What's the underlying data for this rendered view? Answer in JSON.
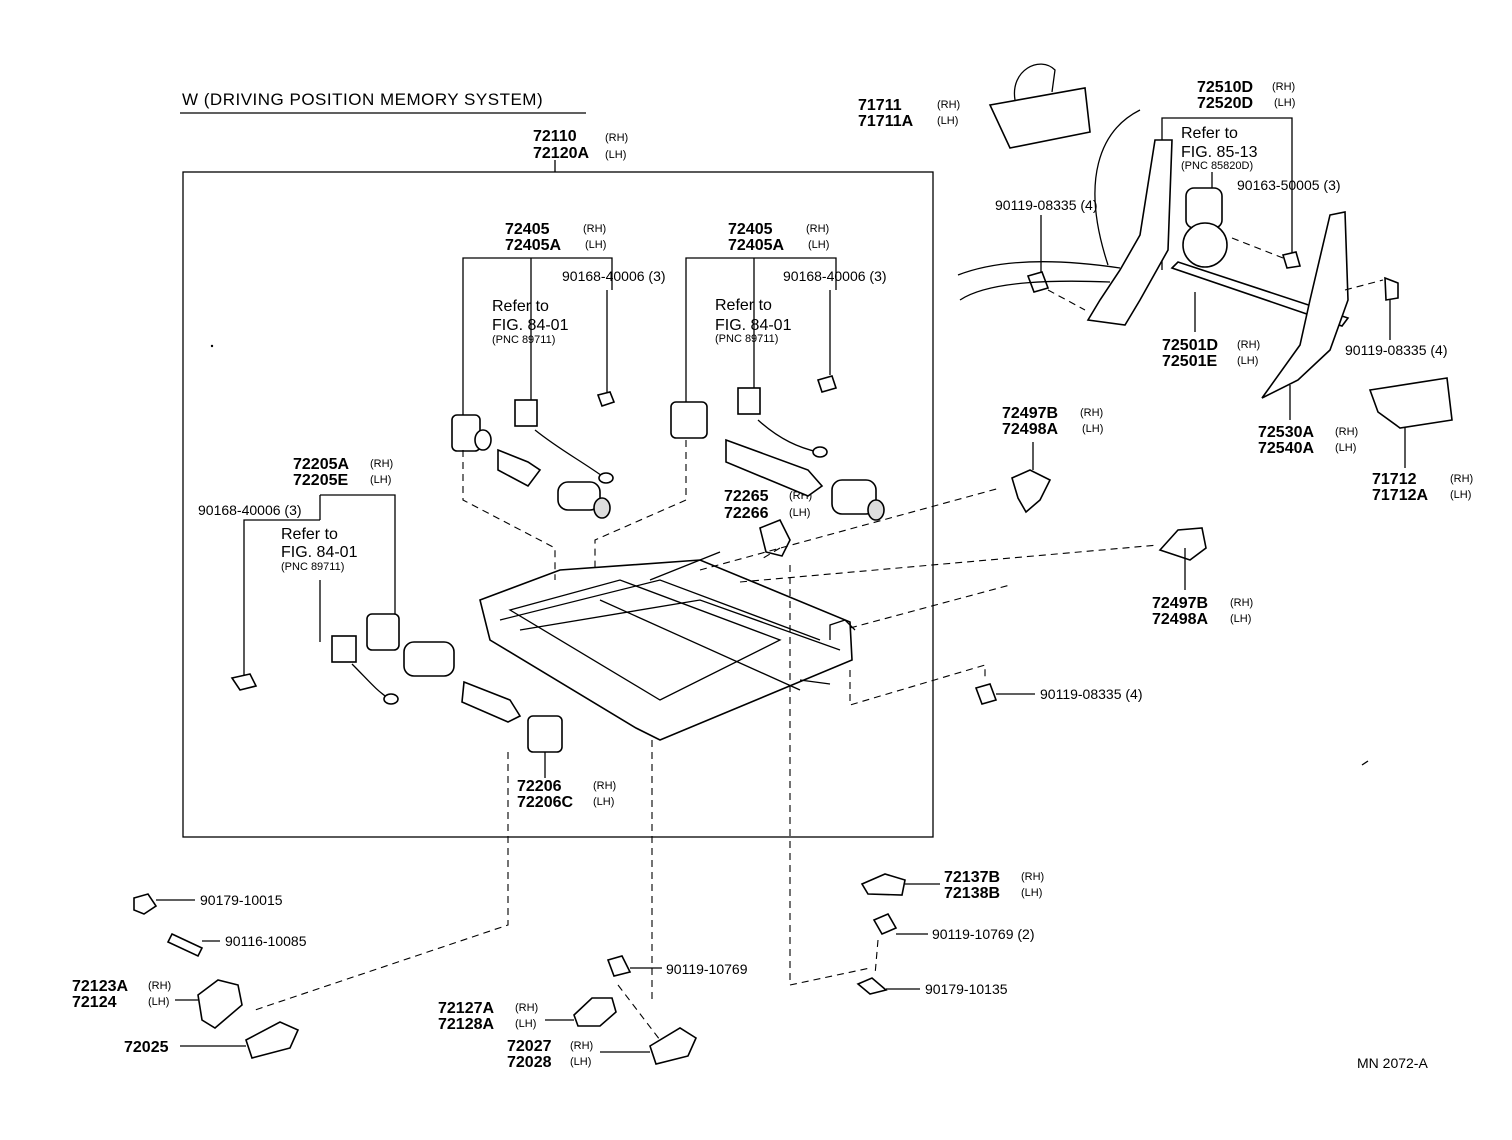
{
  "title": "W (DRIVING POSITION MEMORY SYSTEM)",
  "drawing_code": "MN 2072-A",
  "suffix": {
    "rh": "(RH)",
    "lh": "(LH)"
  },
  "callouts": {
    "adjuster_assy": {
      "rh": "72110",
      "lh": "72120A"
    },
    "motor_left": {
      "rh": "72405",
      "lh": "72405A"
    },
    "motor_right": {
      "rh": "72405",
      "lh": "72405A"
    },
    "motor_lower": {
      "rh": "72205A",
      "lh": "72205E"
    },
    "screw_a": "90168-40006 (3)",
    "screw_b": "90168-40006 (3)",
    "screw_c": "90168-40006 (3)",
    "ref_84_a": {
      "l1": "Refer to",
      "l2": "FIG. 84-01",
      "l3": "(PNC 89711)"
    },
    "ref_84_b": {
      "l1": "Refer to",
      "l2": "FIG. 84-01",
      "l3": "(PNC 89711)"
    },
    "ref_84_c": {
      "l1": "Refer to",
      "l2": "FIG. 84-01",
      "l3": "(PNC 89711)"
    },
    "ref_85": {
      "l1": "Refer to",
      "l2": "FIG. 85-13",
      "l3": "(PNC 85820D)"
    },
    "p72265": {
      "rh": "72265",
      "lh": "72266"
    },
    "p72206": {
      "rh": "72206",
      "lh": "72206C"
    },
    "p71711": {
      "rh": "71711",
      "lh": "71711A"
    },
    "p72510": {
      "rh": "72510D",
      "lh": "72520D"
    },
    "bolt_08335_a": "90119-08335 (4)",
    "bolt_08335_b": "90119-08335 (4)",
    "bolt_08335_c": "90119-08335 (4)",
    "bolt_50005": "90163-50005 (3)",
    "p72501": {
      "rh": "72501D",
      "lh": "72501E"
    },
    "p72530": {
      "rh": "72530A",
      "lh": "72540A"
    },
    "p71712": {
      "rh": "71712",
      "lh": "71712A"
    },
    "p72497_a": {
      "rh": "72497B",
      "lh": "72498A"
    },
    "p72497_b": {
      "rh": "72497B",
      "lh": "72498A"
    },
    "p72137": {
      "rh": "72137B",
      "lh": "72138B"
    },
    "bolt_10769_a": "90119-10769 (2)",
    "bolt_10769_b": "90119-10769",
    "nut_10135": "90179-10135",
    "nut_10015": "90179-10015",
    "stud_10085": "90116-10085",
    "p72123": {
      "rh": "72123A",
      "lh": "72124"
    },
    "p72025": "72025",
    "p72127": {
      "rh": "72127A",
      "lh": "72128A"
    },
    "p72027": {
      "rh": "72027",
      "lh": "72028"
    }
  }
}
